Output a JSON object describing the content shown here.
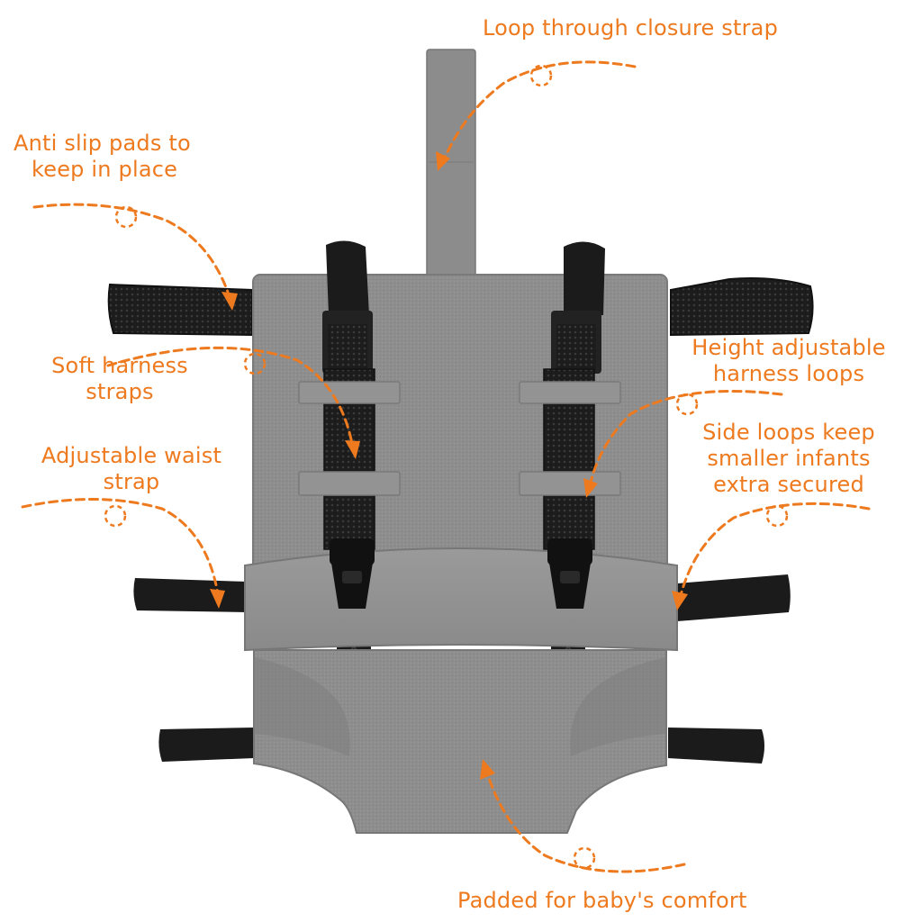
{
  "annotations": {
    "loop_closure": "Loop through closure strap",
    "anti_slip": [
      "Anti slip pads to",
      "keep in place"
    ],
    "soft_harness": [
      "Soft harness",
      "straps"
    ],
    "waist_strap": [
      "Adjustable waist",
      "strap"
    ],
    "height_loops": [
      "Height adjustable",
      "harness loops"
    ],
    "side_loops": [
      "Side loops keep",
      "smaller infants",
      "extra secured"
    ],
    "padded": "Padded for baby's comfort"
  },
  "colors": {
    "accent": "#EE7A1F",
    "fabric": "#8F8F8F",
    "fabric_dark": "#7C7C7C",
    "strap": "#1B1B1B",
    "mesh": "#2A2A2A"
  }
}
